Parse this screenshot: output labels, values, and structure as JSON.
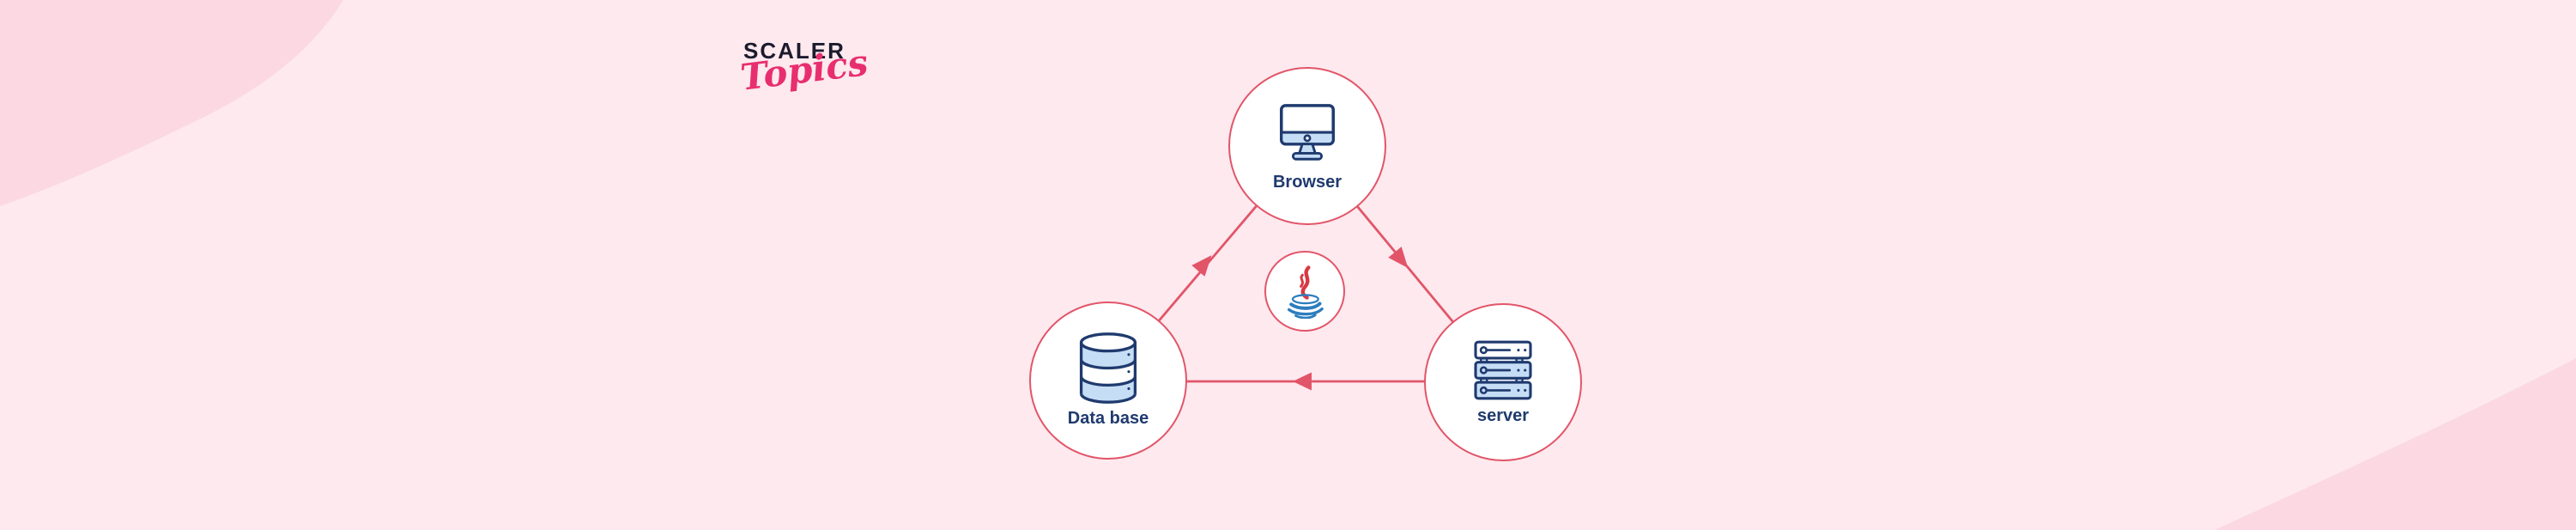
{
  "brand": {
    "title": "SCALER",
    "subtitle": "Topics"
  },
  "diagram": {
    "nodes": [
      {
        "id": "browser",
        "label": "Browser",
        "icon": "monitor-icon"
      },
      {
        "id": "java",
        "label": "",
        "icon": "java-logo-icon"
      },
      {
        "id": "database",
        "label": "Data base",
        "icon": "database-icon"
      },
      {
        "id": "server",
        "label": "server",
        "icon": "server-icon"
      }
    ],
    "edges": [
      {
        "from": "database",
        "to": "browser",
        "arrow": "toward-browser"
      },
      {
        "from": "browser",
        "to": "server",
        "arrow": "toward-server"
      },
      {
        "from": "server",
        "to": "database",
        "arrow": "toward-database"
      }
    ]
  },
  "colors": {
    "background": "#fde9ee",
    "corner_blob": "#fcd8e2",
    "accent_red": "#e25569",
    "navy": "#1f3a6e",
    "light_blue": "#c6ddf6",
    "java_red": "#d93941",
    "java_blue": "#2d7dbe",
    "brand_dark": "#1b1b2e",
    "brand_pink": "#e82e6f"
  }
}
